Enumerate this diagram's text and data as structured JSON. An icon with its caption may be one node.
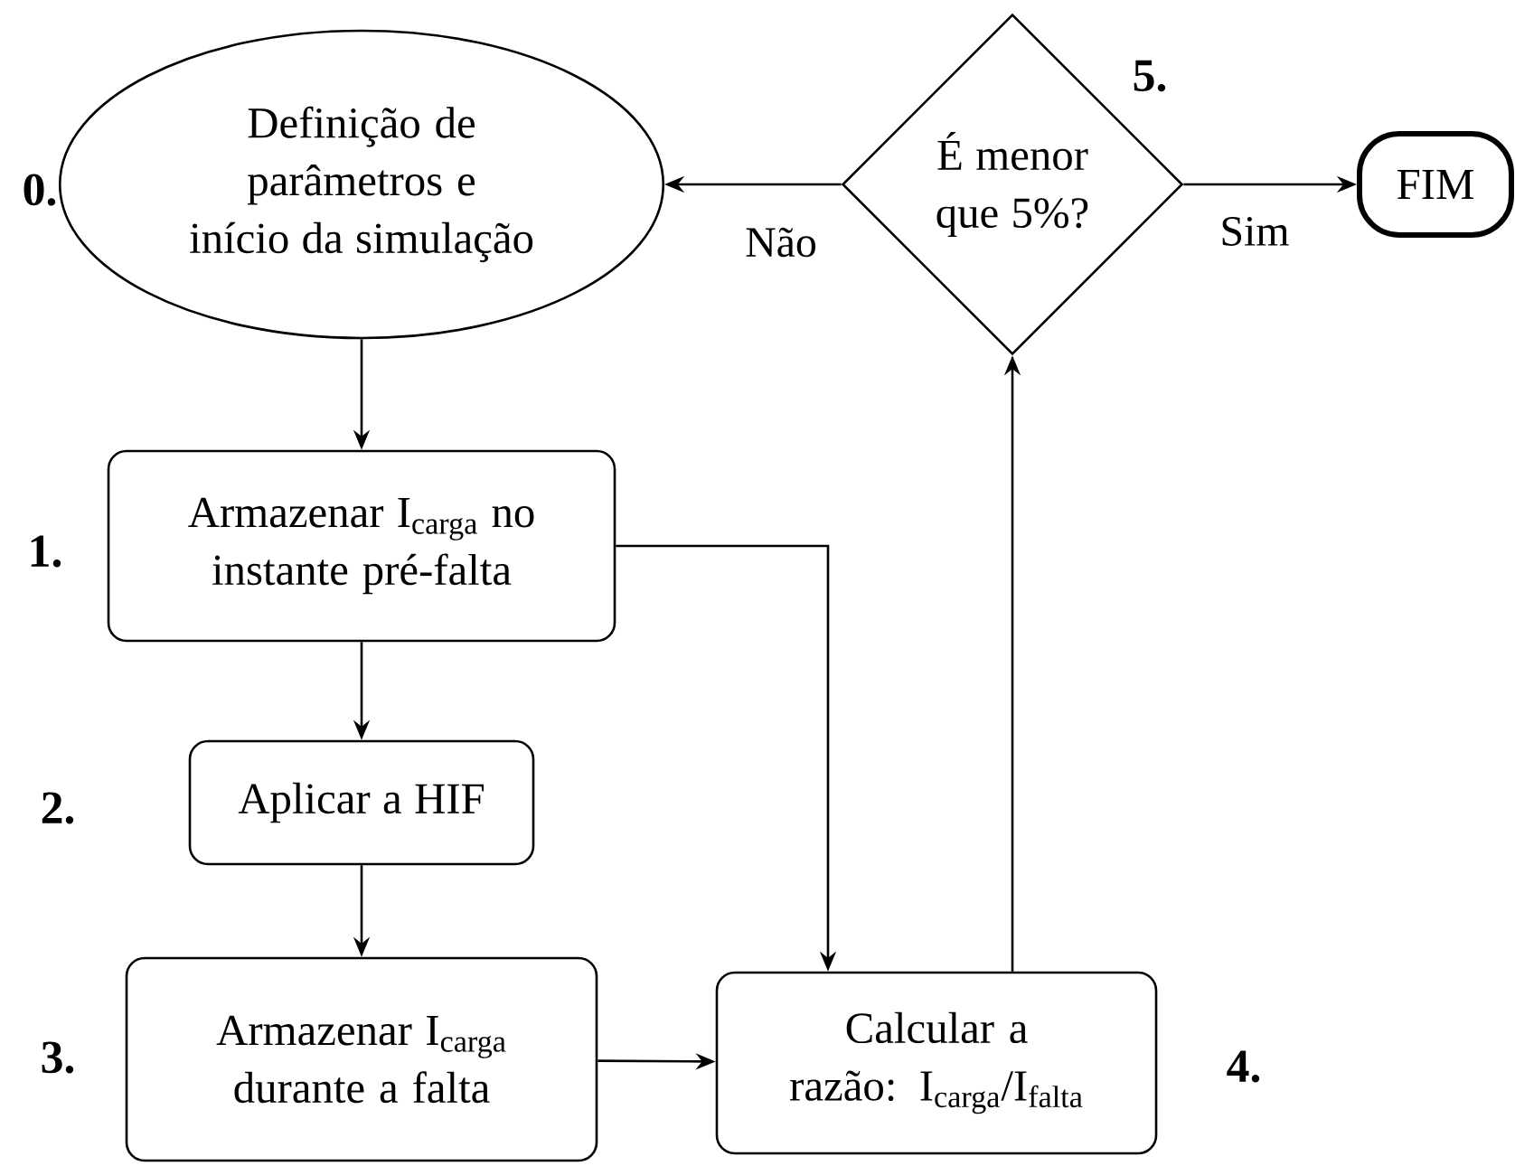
{
  "diagram": {
    "nodes": [
      {
        "text": [
          "Definição de parâmetros e início da simulação"
        ],
        "beside": [
          "0."
        ]
      },
      {
        "text": [
          "Armazenar I$_{carga}$ no instante pré-falta"
        ],
        "beside": [
          "1."
        ]
      },
      {
        "text": [
          "Aplicar a HIF"
        ],
        "beside": [
          "2."
        ]
      },
      {
        "text": [
          "Armazenar I$_{carga}$ durante a falta"
        ],
        "beside": [
          "3."
        ]
      },
      {
        "text": [
          "Calcular a razão: I$_{carga}$/I$_{falta}$"
        ],
        "beside": [
          "4."
        ]
      },
      {
        "text": [
          "É menor que 5%?"
        ],
        "beside": [
          "5."
        ]
      },
      {
        "text": [
          "FIM"
        ]
      }
    ],
    "edges": [
      {
        "from": 0,
        "to": 1,
        "arrow": "to"
      },
      {
        "from": 1,
        "to": 2,
        "arrow": "to"
      },
      {
        "from": 2,
        "to": 3,
        "arrow": "to"
      },
      {
        "from": 1,
        "to": 4,
        "arrow": "to"
      },
      {
        "from": 3,
        "to": 4,
        "arrow": "to"
      },
      {
        "from": 4,
        "to": 5,
        "arrow": "to"
      },
      {
        "from": 5,
        "to": 0,
        "arrow": "to",
        "label": "Não"
      },
      {
        "from": 5,
        "to": 6,
        "arrow": "to",
        "label": "Sim"
      }
    ]
  }
}
